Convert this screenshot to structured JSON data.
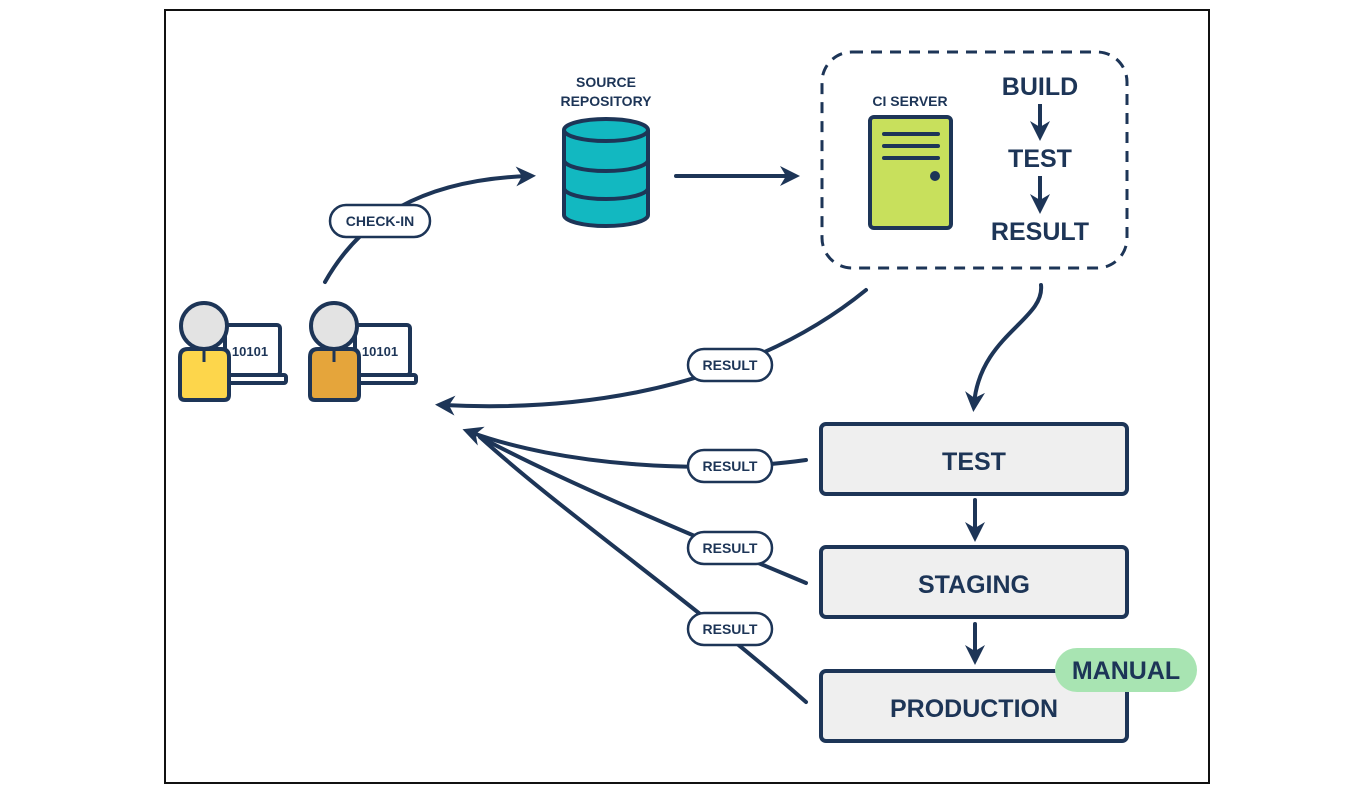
{
  "colors": {
    "ink": "#1d3557",
    "teal": "#12b8c1",
    "ci_server": "#c8e05c",
    "env_box": "#efefef",
    "manual_badge": "#a8e4b2",
    "dev_yellow": "#fdd64b",
    "dev_orange": "#e5a53b",
    "head": "#e3e3e3"
  },
  "developers": {
    "laptop_1_code": "10101",
    "laptop_2_code": "10101"
  },
  "repository": {
    "label_line1": "SOURCE",
    "label_line2": "REPOSITORY"
  },
  "ci": {
    "server_label": "CI SERVER",
    "steps": [
      "BUILD",
      "TEST",
      "RESULT"
    ]
  },
  "edges": {
    "checkin_label": "CHECK-IN",
    "result_ci": "RESULT",
    "result_test": "RESULT",
    "result_staging": "RESULT",
    "result_production": "RESULT"
  },
  "environments": {
    "test": "TEST",
    "staging": "STAGING",
    "production": "PRODUCTION",
    "manual_badge": "MANUAL"
  }
}
